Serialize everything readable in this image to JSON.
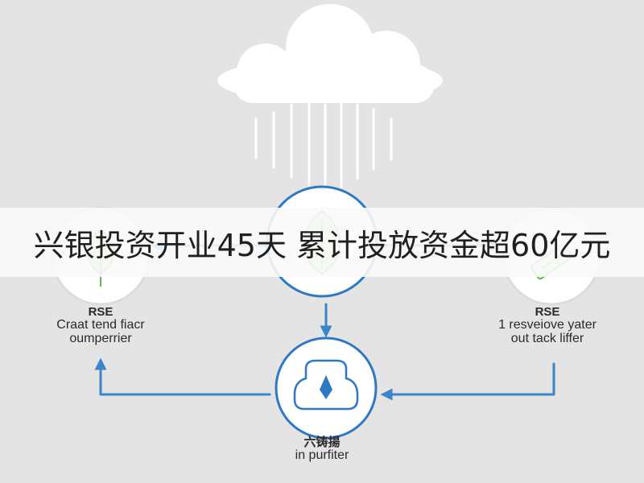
{
  "banner": {
    "title": "兴银投资开业45天 累计投放资金超60亿元"
  },
  "nodes": {
    "left": {
      "heading": "RSE",
      "line1": "Craat tend fiacr",
      "line2": "oumperrier"
    },
    "right": {
      "heading": "RSE",
      "line1": "1 resveiove yater",
      "line2": "out tack liffer"
    },
    "bottom": {
      "heading": "六铸揚",
      "line1": "in purfiter"
    }
  },
  "colors": {
    "background": "#e4e4e4",
    "cloud": "#ffffff",
    "arrow": "#3a86c8",
    "node_ring": "#2f78c4",
    "leaf": "#6ab25a"
  },
  "icons": [
    "cloud-icon",
    "leaf-icon",
    "shield-icon",
    "battery-icon",
    "arrow-icon"
  ]
}
